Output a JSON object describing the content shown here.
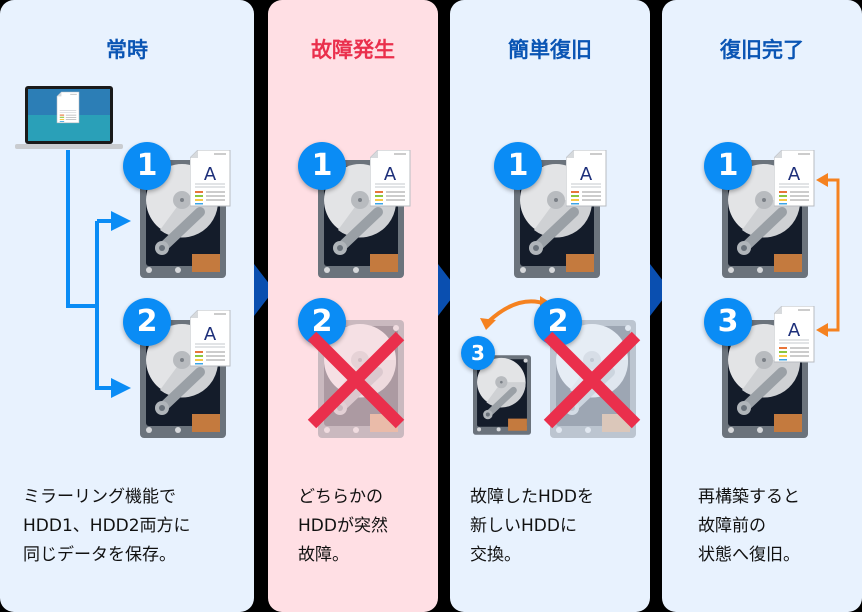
{
  "panels": [
    {
      "title": "常時",
      "title_color": "#0a55b4",
      "description": "ミラーリング機能で\nHDD1、HDD2両方に\n同じデータを保存。"
    },
    {
      "title": "故障発生",
      "title_color": "#ea2f4c",
      "description": "どちらかの\nHDDが突然\n故障。"
    },
    {
      "title": "簡単復旧",
      "title_color": "#0a55b4",
      "description": "故障したHDDを\n新しいHDDに\n交換。"
    },
    {
      "title": "復旧完了",
      "title_color": "#0a55b4",
      "description": "再構築すると\n故障前の\n状態へ復旧。"
    }
  ],
  "badges": {
    "one": "1",
    "two": "2",
    "three": "3"
  },
  "document_letter": "A",
  "colors": {
    "blue_panel": "#e8f2fe",
    "red_panel": "#ffdfe4",
    "badge": "#0a8cf5",
    "arrow_blue": "#0a8cf5",
    "arrow_orange": "#f58220",
    "fail_cross": "#ea2f4c",
    "chevron": "#0a4fb0"
  }
}
